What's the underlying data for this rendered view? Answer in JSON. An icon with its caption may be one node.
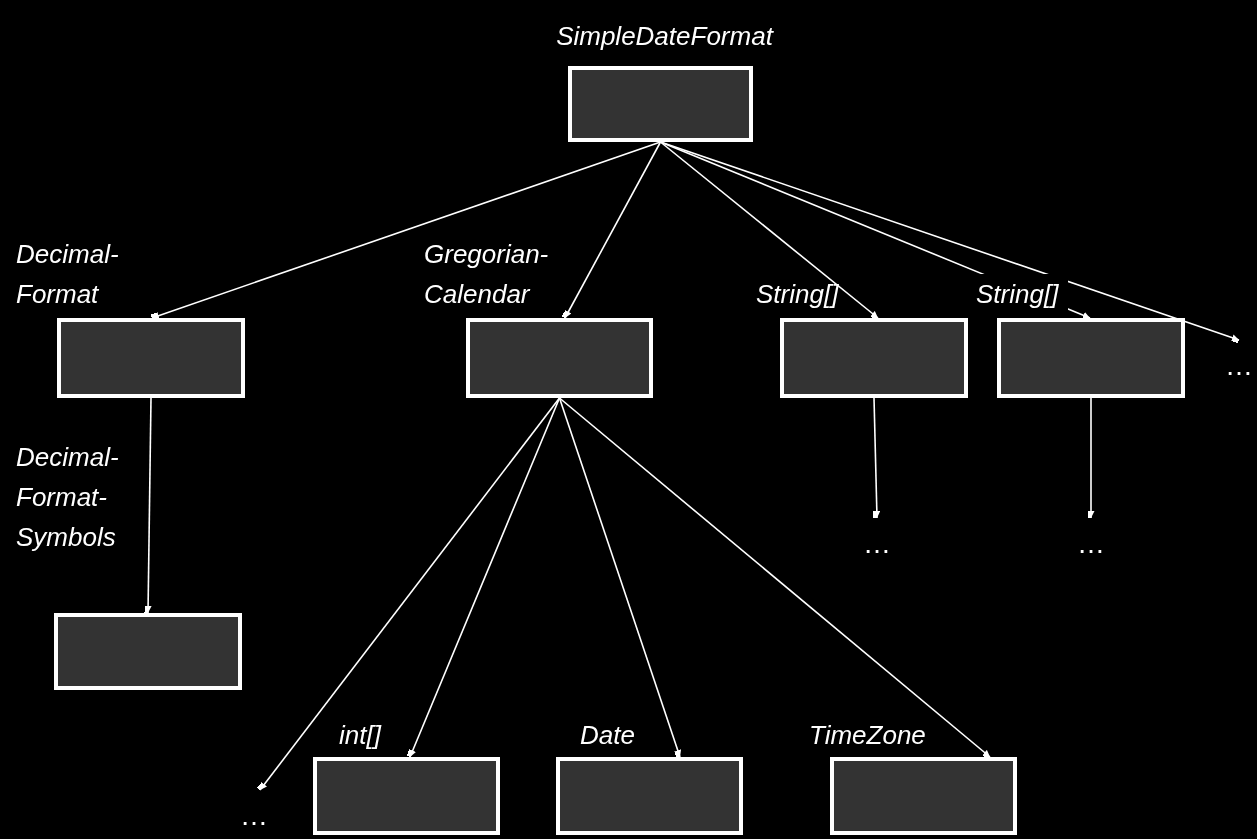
{
  "diagram": {
    "nodes": [
      {
        "text": [
          "SimpleDateFormat"
        ]
      },
      {
        "text": [
          "Decimal- Format"
        ]
      },
      {
        "text": [
          "Gregorian- Calendar"
        ]
      },
      {
        "text": [
          "String[]"
        ]
      },
      {
        "text": [
          "String[]"
        ]
      },
      {
        "text": [
          "…"
        ]
      },
      {
        "text": [
          "Decimal- Format- Symbols"
        ]
      },
      {
        "text": [
          "…"
        ]
      },
      {
        "text": [
          "…"
        ]
      },
      {
        "text": [
          "…"
        ]
      },
      {
        "text": [
          "int[]"
        ]
      },
      {
        "text": [
          "Date"
        ]
      },
      {
        "text": [
          "TimeZone"
        ]
      }
    ],
    "edges": [
      {
        "from": 0,
        "to": 1,
        "arrow": "to"
      },
      {
        "from": 0,
        "to": 2,
        "arrow": "to"
      },
      {
        "from": 0,
        "to": 3,
        "arrow": "to"
      },
      {
        "from": 0,
        "to": 4,
        "arrow": "to"
      },
      {
        "from": 0,
        "to": 5,
        "arrow": "to"
      },
      {
        "from": 1,
        "to": 6,
        "arrow": "to"
      },
      {
        "from": 3,
        "to": 7,
        "arrow": "to"
      },
      {
        "from": 4,
        "to": 8,
        "arrow": "to"
      },
      {
        "from": 2,
        "to": 9,
        "arrow": "to"
      },
      {
        "from": 2,
        "to": 10,
        "arrow": "to"
      },
      {
        "from": 2,
        "to": 11,
        "arrow": "to"
      },
      {
        "from": 2,
        "to": 12,
        "arrow": "to"
      }
    ]
  }
}
